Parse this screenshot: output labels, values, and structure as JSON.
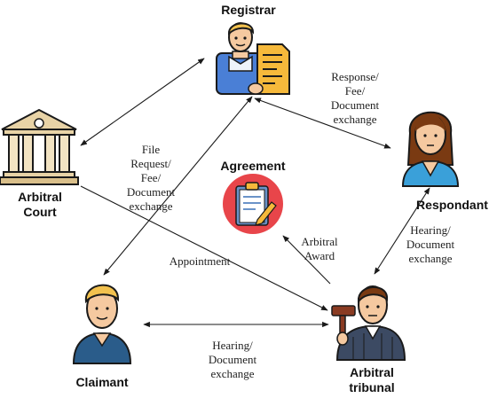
{
  "nodes": {
    "registrar": "Registrar",
    "arbitral_court": "Arbitral\nCourt",
    "respondant": "Respondant",
    "agreement": "Agreement",
    "claimant": "Claimant",
    "arbitral_tribunal": "Arbitral\ntribunal"
  },
  "edges": {
    "registrar_respondant": "Response/\nFee/\nDocument\nexchange",
    "registrar_claimant": "File\nRequest/\nFee/\nDocument\nexchange",
    "court_tribunal": "Appointment",
    "tribunal_agreement": "Arbitral\nAward",
    "respondant_tribunal": "Hearing/\nDocument\nexchange",
    "claimant_tribunal": "Hearing/\nDocument\nexchange"
  },
  "colors": {
    "line": "#1a1a1a",
    "agreement_circle": "#e8454a",
    "clipboard": "#6a93c8",
    "registrar_shirt": "#4a7fd6",
    "document": "#f6b93b",
    "court": "#e8d3a6",
    "respondant_top": "#3aa0d9",
    "claimant_shirt": "#2a5c8a",
    "tribunal_robe": "#3c4a63",
    "hammer": "#8a3b22",
    "skin": "#f5c9a0",
    "hair_brown": "#7a3a12",
    "hair_blonde": "#f2c14e"
  }
}
